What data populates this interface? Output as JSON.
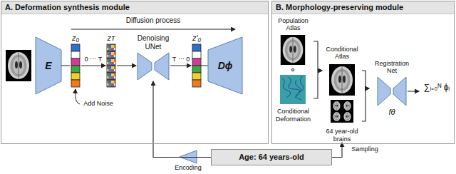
{
  "diagram": {
    "nodes": [
      {
        "text": [
          "A. Deformation synthesis module"
        ]
      },
      {
        "text": [
          "B. Morphology-preserving module"
        ]
      },
      {
        "text": [
          "E"
        ],
        "in": 0
      },
      {
        "text": [
          "Denoising UNet"
        ],
        "in": 0
      },
      {
        "text": [
          "Dϕ"
        ],
        "in": 0
      },
      {
        "text": [
          "Population Atlas"
        ],
        "in": 1
      },
      {
        "text": [
          "Conditional Deformation"
        ],
        "in": 1
      },
      {
        "text": [
          "Conditional Atlas"
        ],
        "in": 1
      },
      {
        "text": [
          "64 year-old brains"
        ],
        "in": 1
      },
      {
        "text": [
          "Registration Net",
          "fθ"
        ],
        "in": 1
      },
      {
        "text": [
          "Age: 64 years-old"
        ]
      }
    ],
    "edges": [
      {
        "from": 10,
        "to": 3,
        "arrow": "to"
      },
      {
        "from": 10,
        "to": 8,
        "arrow": "to"
      },
      {
        "from": 5,
        "to": 7,
        "arrow": "to"
      },
      {
        "from": 6,
        "to": 7,
        "arrow": "to"
      },
      {
        "from": 7,
        "to": 9,
        "arrow": "to"
      },
      {
        "from": 8,
        "to": 9,
        "arrow": "to"
      }
    ],
    "labels": [
      "Diffusion process",
      "z₀",
      "zᴛ",
      "z′₀",
      "0 ⋯ T",
      "Add Noise",
      "T ⋯ 0",
      "∘",
      "∑ᵢ₌₀ᴺ ϕᵢ",
      "Encoding",
      "Sampling"
    ]
  }
}
